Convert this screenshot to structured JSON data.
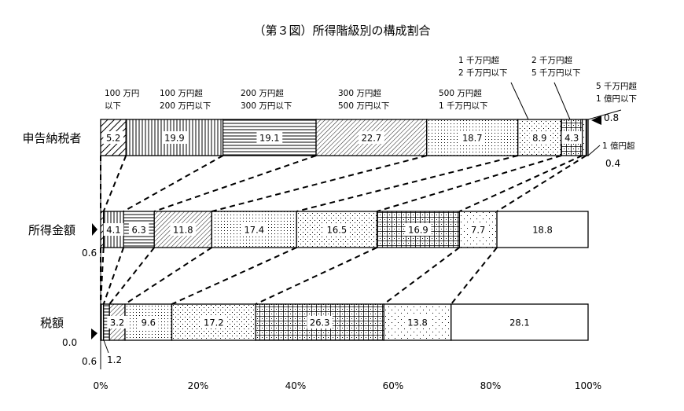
{
  "chart_data": {
    "type": "bar",
    "title": "（第３図）所得階級別の構成割合",
    "categories": [
      "100 万円以下",
      "100 万円超 200 万円以下",
      "200 万円超 300 万円以下",
      "300 万円超 500 万円以下",
      "500 万円超 1 千万円以下",
      "1 千万円超 2 千万円以下",
      "2 千万円超 5 千万円以下",
      "5 千万円超 1 億円以下",
      "1 億円超"
    ],
    "category_label_lines": [
      [
        "100 万円",
        "以下"
      ],
      [
        "100 万円超",
        "200 万円以下"
      ],
      [
        "200 万円超",
        "300 万円以下"
      ],
      [
        "300 万円超",
        "500 万円以下"
      ],
      [
        "500 万円超",
        "1 千万円以下"
      ],
      [
        "1 千万円超",
        "2 千万円以下"
      ],
      [
        "2 千万円超",
        "5 千万円以下"
      ],
      [
        "5 千万円超",
        "1 億円以下"
      ],
      [
        "1 億円超"
      ]
    ],
    "series": [
      {
        "name": "申告納税者",
        "values": [
          5.2,
          19.9,
          19.1,
          22.7,
          18.7,
          8.9,
          4.3,
          0.8,
          0.4
        ]
      },
      {
        "name": "所得金額",
        "values": [
          0.6,
          4.1,
          6.3,
          11.8,
          17.4,
          16.5,
          16.9,
          7.7,
          18.8
        ]
      },
      {
        "name": "税額",
        "values": [
          0.0,
          0.6,
          1.2,
          3.2,
          9.6,
          17.2,
          26.3,
          13.8,
          28.1
        ]
      }
    ],
    "x_ticks": [
      "0%",
      "20%",
      "40%",
      "60%",
      "80%",
      "100%"
    ],
    "xlim": [
      0,
      100
    ],
    "stacked": true,
    "orientation": "horizontal",
    "grid": false
  }
}
